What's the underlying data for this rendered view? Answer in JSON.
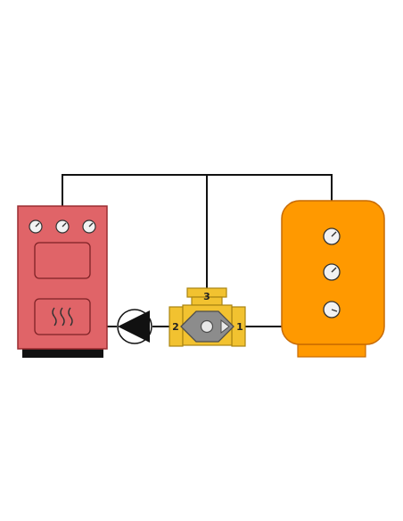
{
  "colors": {
    "boiler_body": "#e06468",
    "boiler_stroke": "#9a2c30",
    "boiler_base": "#111111",
    "tank_body": "#ff9900",
    "tank_stroke": "#c76a00",
    "valve_brass": "#f2c230",
    "valve_stroke": "#a98411",
    "valve_core": "#8c8c8c",
    "pipe": "#111111",
    "gauge_face": "#f2f2f2"
  },
  "icons": {
    "boiler": "boiler-icon",
    "tank": "storage-tank-icon",
    "pump": "circulation-pump-icon",
    "valve": "three-way-mixing-valve-icon",
    "heat": "heat-waves-icon",
    "gauge": "gauge-icon"
  },
  "valve": {
    "ports": {
      "port1": "1",
      "port2": "2",
      "port3": "3"
    }
  }
}
